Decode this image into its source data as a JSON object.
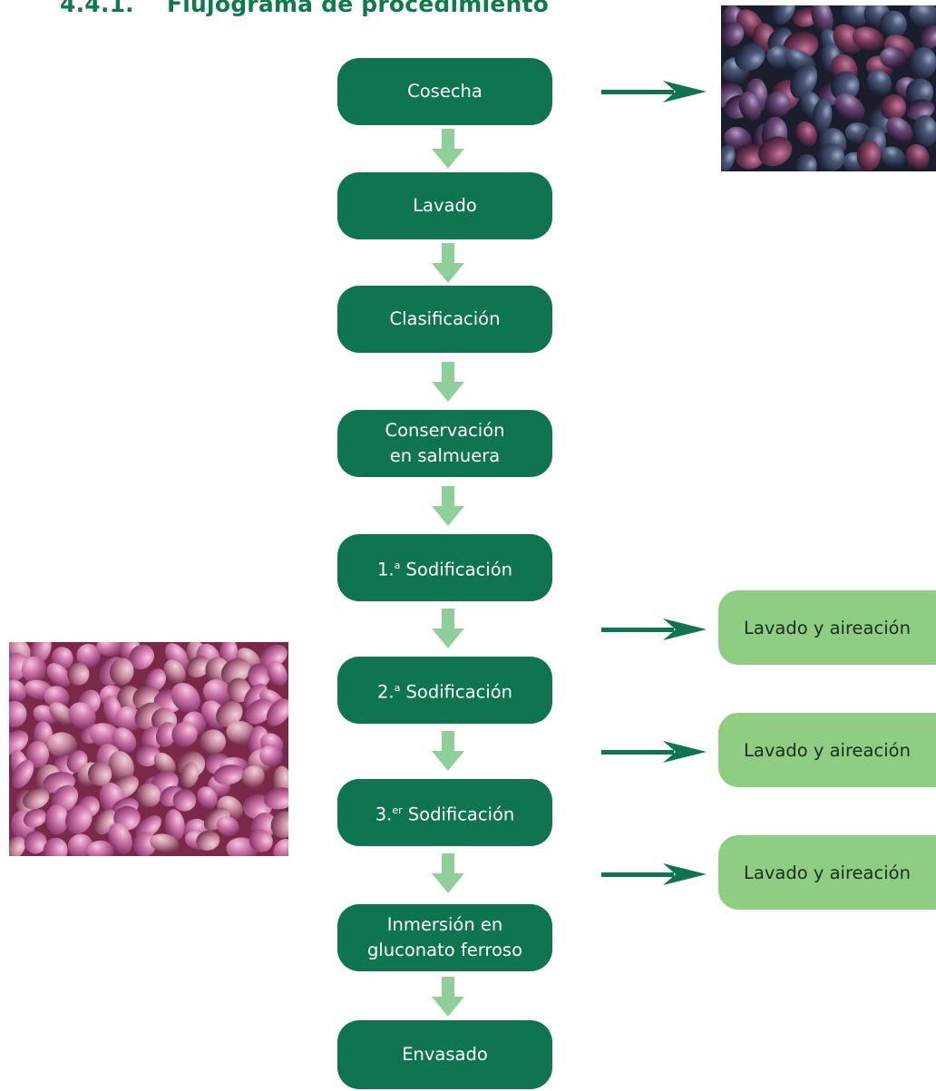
{
  "heading": {
    "number": "4.4.1.",
    "title": "Flujograma de procedimiento"
  },
  "colors": {
    "step_box": "#0f7450",
    "step_arrow": "#8fd09a",
    "side_arrow": "#0f7450",
    "side_box": "#8fcd82",
    "heading": "#0f7a4a"
  },
  "steps": [
    {
      "label": "Cosecha"
    },
    {
      "label": "Lavado"
    },
    {
      "label": "Clasificación"
    },
    {
      "label": "Conservación\nen salmuera"
    },
    {
      "prefix": "1.",
      "sup": "a",
      "label": " Sodificación"
    },
    {
      "prefix": "2.",
      "sup": "a",
      "label": " Sodificación"
    },
    {
      "prefix": "3.",
      "sup": "er",
      "label": " Sodificación"
    },
    {
      "label": "Inmersión en\ngluconato ferroso"
    },
    {
      "label": "Envasado"
    }
  ],
  "side_steps": [
    {
      "label": "Lavado y aireación"
    },
    {
      "label": "Lavado y aireación"
    },
    {
      "label": "Lavado y aireación"
    }
  ],
  "photos": [
    {
      "name": "black-olives-photo",
      "icon": "black-olives-image"
    },
    {
      "name": "pink-olives-in-brine-photo",
      "icon": "pink-olives-image"
    }
  ]
}
